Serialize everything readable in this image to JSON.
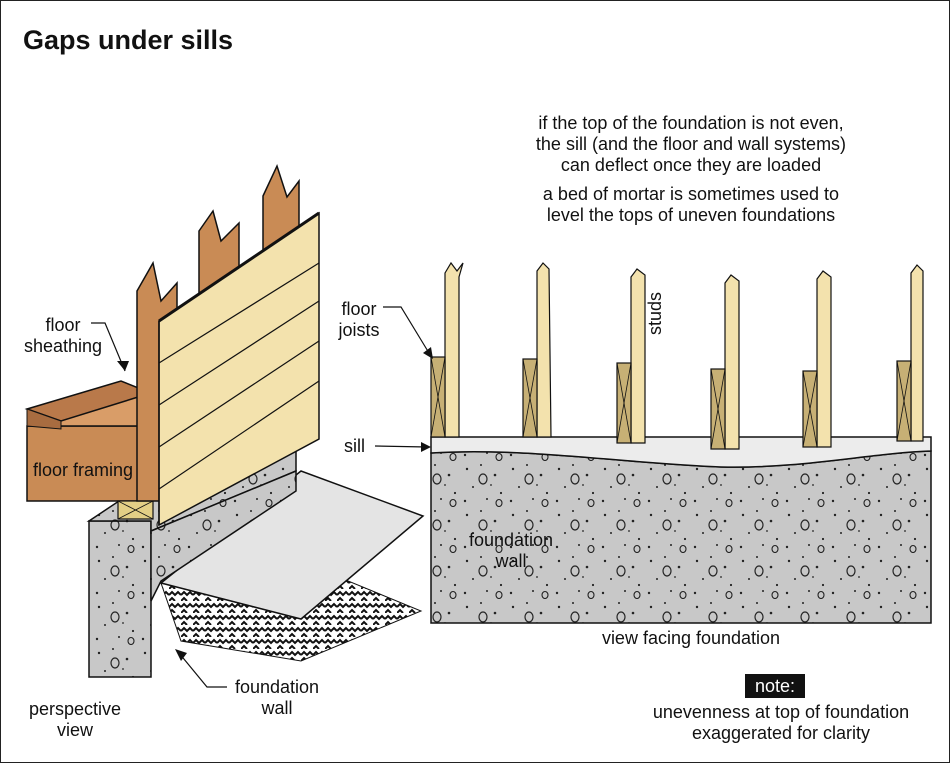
{
  "title": "Gaps under sills",
  "explanation": {
    "line1": "if the top of the foundation is not even,",
    "line2": "the sill (and the floor and wall systems)",
    "line3": "can deflect once they are loaded",
    "line4": "a bed of mortar is sometimes used to",
    "line5": "level the tops of uneven foundations"
  },
  "perspective": {
    "floor_sheathing_1": "floor",
    "floor_sheathing_2": "sheathing",
    "floor_framing": "floor framing",
    "foundation_wall_1": "foundation",
    "foundation_wall_2": "wall",
    "view_1": "perspective",
    "view_2": "view"
  },
  "facing": {
    "floor_joists_1": "floor",
    "floor_joists_2": "joists",
    "studs": "studs",
    "sill": "sill",
    "foundation_wall_1": "foundation",
    "foundation_wall_2": "wall",
    "view_caption": "view facing foundation"
  },
  "note": {
    "label": "note:",
    "line1": "unevenness at top of foundation",
    "line2": "exaggerated for clarity"
  },
  "colors": {
    "wood": "#c98b55",
    "stud": "#f3e2ad",
    "joist": "#c7b075",
    "concrete": "#c8c8c8",
    "sill": "#e9e9e9"
  }
}
